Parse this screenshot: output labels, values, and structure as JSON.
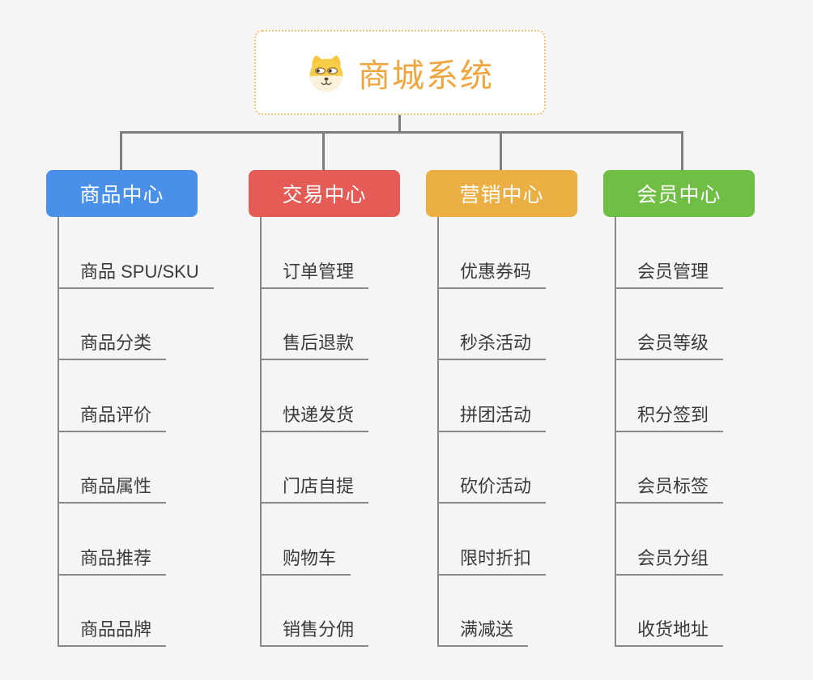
{
  "page": {
    "background": "#f5f5f5"
  },
  "root": {
    "title": "商城系统",
    "icon": "dog-face-icon",
    "title_color": "#f0a63e",
    "border_color": "#f3c476",
    "background": "#ffffff"
  },
  "connectors": {
    "main_color": "#7d7d7d",
    "leaf_line_color": "#898989"
  },
  "leaf_text_color": "#3b3b3b",
  "branches": [
    {
      "label": "商品中心",
      "color": "#4a90e8",
      "children": [
        "商品 SPU/SKU",
        "商品分类",
        "商品评价",
        "商品属性",
        "商品推荐",
        "商品品牌"
      ]
    },
    {
      "label": "交易中心",
      "color": "#e55b55",
      "children": [
        "订单管理",
        "售后退款",
        "快递发货",
        "门店自提",
        "购物车",
        "销售分佣"
      ]
    },
    {
      "label": "营销中心",
      "color": "#ecaf43",
      "children": [
        "优惠券码",
        "秒杀活动",
        "拼团活动",
        "砍价活动",
        "限时折扣",
        "满减送"
      ]
    },
    {
      "label": "会员中心",
      "color": "#6fbf44",
      "children": [
        "会员管理",
        "会员等级",
        "积分签到",
        "会员标签",
        "会员分组",
        "收货地址"
      ]
    }
  ]
}
